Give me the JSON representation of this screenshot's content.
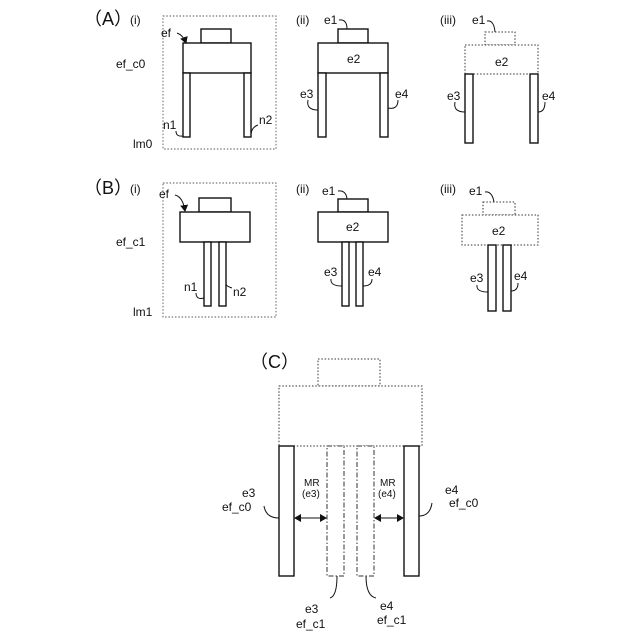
{
  "sections": {
    "A": {
      "label": "（A）",
      "side_label": "ef_c0",
      "lm_label": "lm0"
    },
    "B": {
      "label": "（B）",
      "side_label": "ef_c1",
      "lm_label": "lm1"
    },
    "C": {
      "label": "（C）"
    }
  },
  "sub_labels": {
    "i": "(i)",
    "ii": "(ii)",
    "iii": "(iii)"
  },
  "part_labels": {
    "ef": "ef",
    "n1": "n1",
    "n2": "n2",
    "e1": "e1",
    "e2": "e2",
    "e3": "e3",
    "e4": "e4"
  },
  "panel_c": {
    "left_outer": [
      "e3",
      "ef_c0"
    ],
    "right_outer": [
      "e4",
      "ef_c0"
    ],
    "left_inner": [
      "e3",
      "ef_c1"
    ],
    "right_inner": [
      "e4",
      "ef_c1"
    ],
    "mr_left": [
      "MR",
      "(e3)"
    ],
    "mr_right": [
      "MR",
      "(e4)"
    ]
  }
}
